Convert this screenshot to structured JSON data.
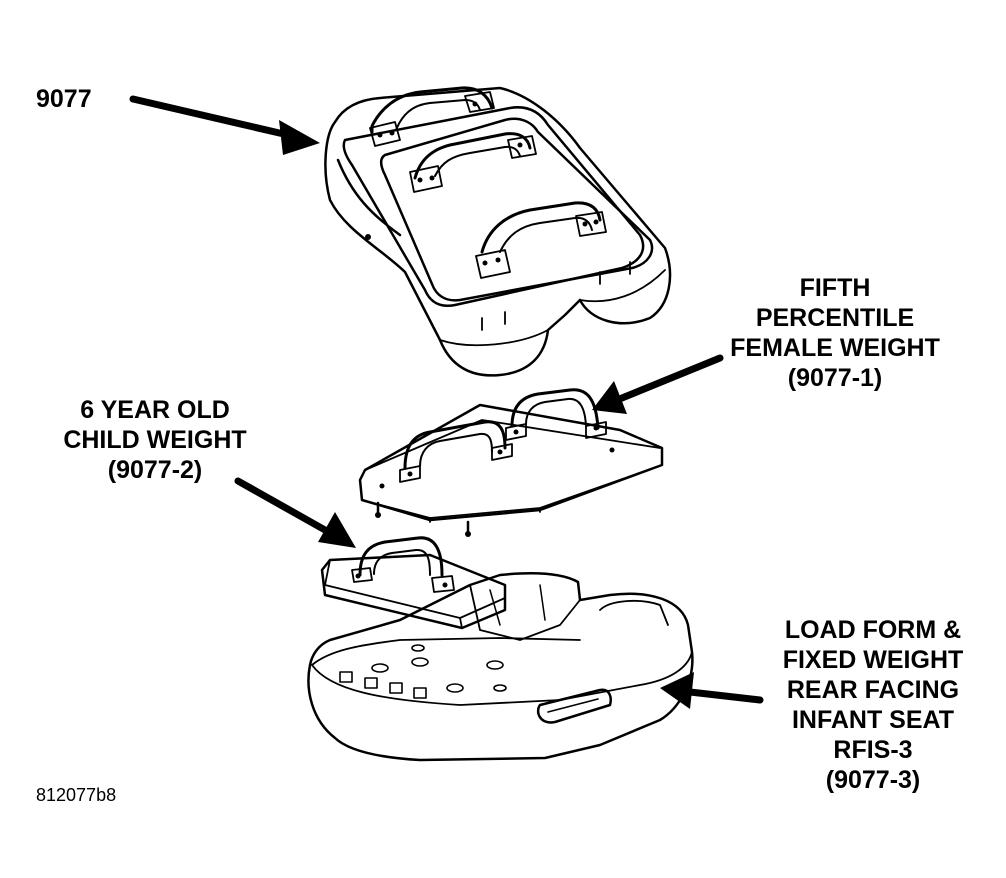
{
  "labels": {
    "assembly": {
      "lines": [
        "9077"
      ]
    },
    "fifth_percentile": {
      "lines": [
        "FIFTH",
        "PERCENTILE",
        "FEMALE WEIGHT",
        "(9077-1)"
      ]
    },
    "six_year_old": {
      "lines": [
        "6 YEAR OLD",
        "CHILD WEIGHT",
        "(9077-2)"
      ]
    },
    "load_form": {
      "lines": [
        "LOAD FORM &",
        "FIXED WEIGHT",
        "REAR FACING",
        "INFANT SEAT",
        "RFIS-3",
        "(9077-3)"
      ]
    }
  },
  "figure_id": "812077b8",
  "colors": {
    "ink": "#000000",
    "paper": "#ffffff"
  }
}
